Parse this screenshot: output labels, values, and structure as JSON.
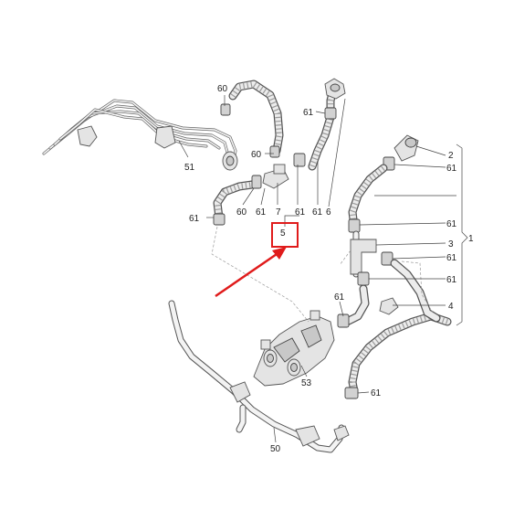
{
  "labels": {
    "l60a": "60",
    "l60b": "60",
    "l60c": "60",
    "l61a": "61",
    "l61b": "61",
    "l61c": "61",
    "l61d": "61",
    "l61e": "61",
    "l61f": "61",
    "l61g": "61",
    "l61h": "61",
    "l61i": "61",
    "l61j": "61",
    "l61k": "61",
    "l7": "7",
    "l6": "6",
    "l5": "5",
    "l51": "51",
    "l53": "53",
    "l50": "50",
    "l1": "1",
    "l2": "2",
    "l3": "3",
    "l4": "4"
  },
  "highlight": {
    "box_color": "#e01b1b",
    "arrow_color": "#e01b1b",
    "part": "5"
  }
}
